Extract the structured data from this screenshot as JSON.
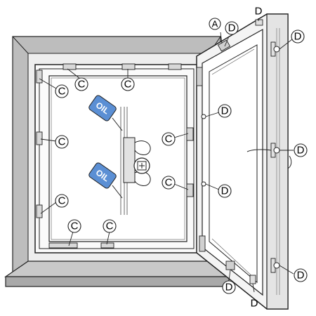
{
  "labels": {
    "a": "A",
    "c": "C",
    "d": "D"
  },
  "oil_can": {
    "text": "OIL",
    "icon": "oil-can-icon"
  },
  "colors": {
    "wall": "#b7b7b7",
    "wall_light": "#e5e5e5",
    "frame": "#dcdcdc",
    "sash": "#f2f2f2",
    "glass": "#ffffff",
    "line": "#222222",
    "oil_can": "#5b8fd4"
  }
}
